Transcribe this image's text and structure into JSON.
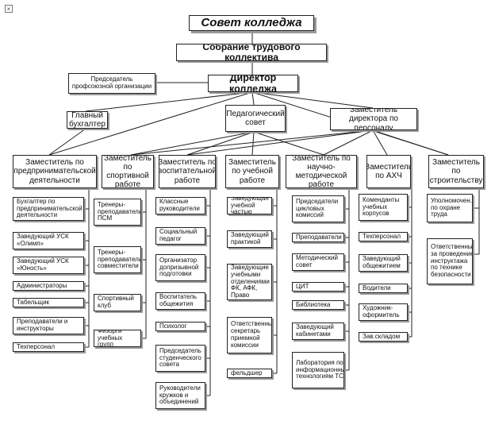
{
  "title": "Совет колледжа",
  "assembly": "Собрание трудового коллектива",
  "union_chair": "Председатель профсоюзной организации",
  "director": "Директор колледжа",
  "chief_accountant": "Главный бухгалтер",
  "ped_council": "Педагогический совет",
  "hr_deputy": "Заместитель директора по персоналу",
  "columns": [
    {
      "head": "Заместитель по предпринимательской деятельности",
      "items": [
        "Бухгалтер по предпринимательской деятельности",
        "Заведующий УСК «Олимп»",
        "Заведующий УСК «Юность»",
        "Администраторы",
        "Табельщик",
        "Преподаватели и инструкторы",
        "Техперсонал"
      ]
    },
    {
      "head": "Заместитель по спортивной работе",
      "items": [
        "Тренеры-преподаватели, ПСМ",
        "Тренеры-преподаватели, совместители",
        "Спортивный клуб",
        "Физорги учебных групп"
      ]
    },
    {
      "head": "Заместитель по воспитательной работе",
      "items": [
        "Классные руководители",
        "Социальный педагог",
        "Организатор допризывной подготовки",
        "Воспитатель общежития",
        "Психолог",
        "Председатель студенческого совета",
        "Руководители кружков и объединений"
      ]
    },
    {
      "head": "Заместитель по учебной работе",
      "items": [
        "Заведующая учебной частью",
        "Заведующий практикой",
        "Заведующие учебными отделениями ФК, АФК, Право",
        "Ответственный секретарь приемной комиссии",
        "фельдшер"
      ]
    },
    {
      "head": "Заместитель по научно-методической работе",
      "items": [
        "Председатели цикловых комиссий",
        "Преподаватели",
        "Методический совет",
        "ЦИТ",
        "Библиотека",
        "Заведующий кабинетами",
        "Лаборатория по информационным технологиям ТСО"
      ]
    },
    {
      "head": "Заместитель по АХЧ",
      "items": [
        "Коменданты учебных корпусов",
        "Техперсонал",
        "Заведующий общежитием",
        "Водители",
        "Художник-оформитель",
        "Зав.складом"
      ]
    },
    {
      "head": "Заместитель по строительству",
      "items": [
        "Уполномочен. по охране труда",
        "Ответственный за проведение инструктажа по технике безопасности"
      ]
    }
  ]
}
